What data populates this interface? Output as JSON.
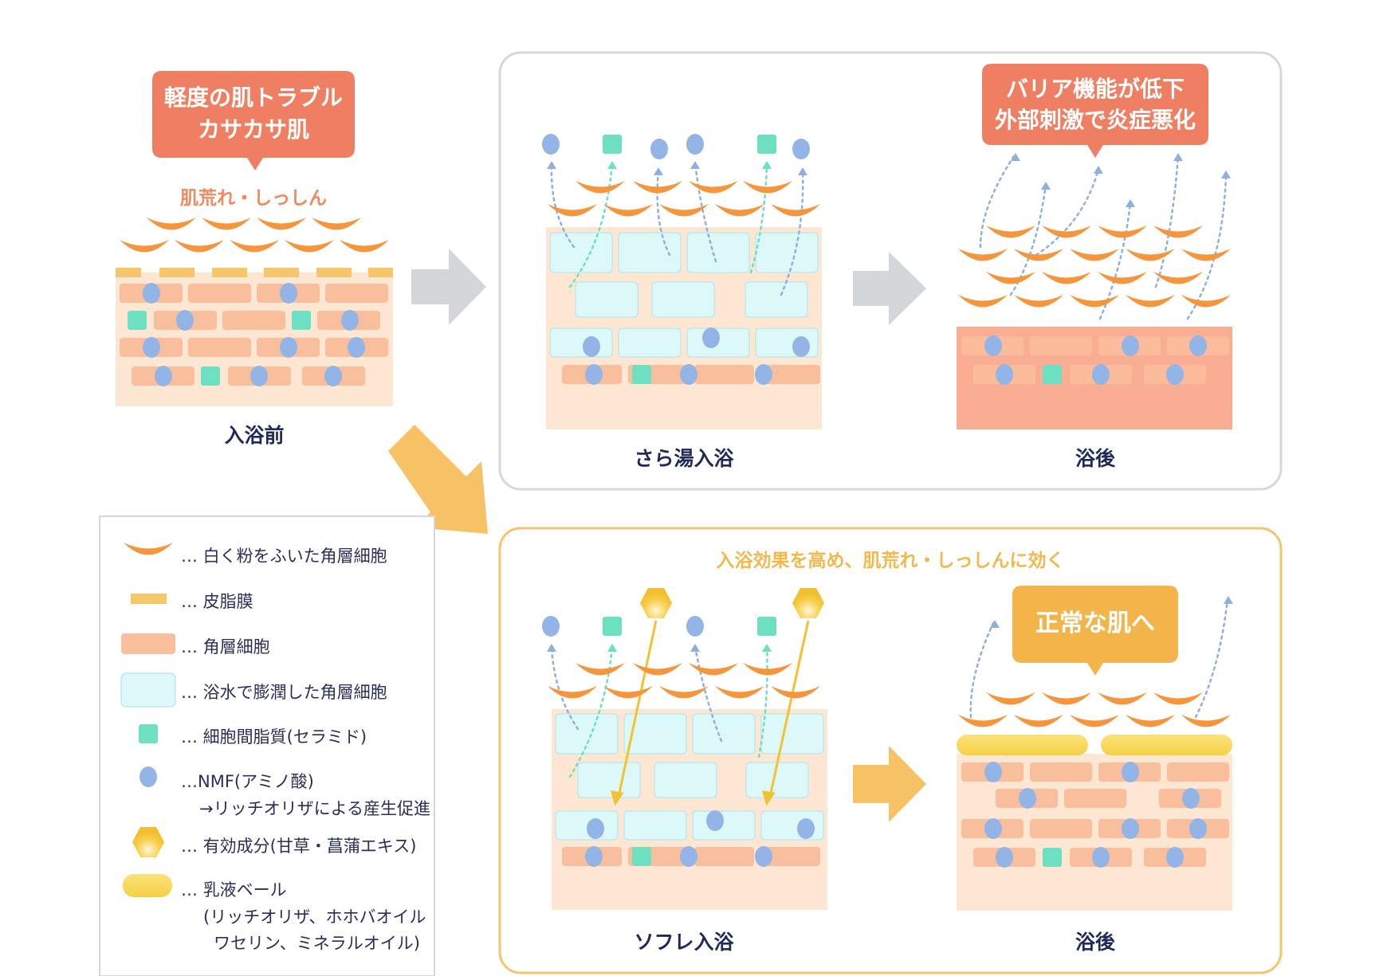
{
  "bubbles": {
    "before": {
      "line1": "軽度の肌トラブル",
      "line2": "カサカサ肌"
    },
    "plain_after": {
      "line1": "バリア機能が低下",
      "line2": "外部刺激で炎症悪化"
    },
    "soufre_after": {
      "line1": "正常な肌へ"
    }
  },
  "captions": {
    "before_symptom": "肌荒れ・しっしん",
    "soufre_effect": "入浴効果を高め、肌荒れ・しっしんに効く"
  },
  "labels": {
    "before": "入浴前",
    "plain_bath": "さら湯入浴",
    "plain_after": "浴後",
    "soufre_bath": "ソフレ入浴",
    "soufre_after": "浴後"
  },
  "legend": {
    "items": [
      {
        "icon": "flaky-corneocyte",
        "text": "… 白く粉をふいた角層細胞"
      },
      {
        "icon": "sebum-film",
        "text": "… 皮脂膜"
      },
      {
        "icon": "corneocyte",
        "text": "… 角層細胞"
      },
      {
        "icon": "swollen-corneocyte",
        "text": "… 浴水で膨潤した角層細胞"
      },
      {
        "icon": "ceramide",
        "text": "… 細胞間脂質(セラミド)"
      },
      {
        "icon": "nmf",
        "text": "…NMF(アミノ酸)",
        "sub": "→リッチオリザによる産生促進"
      },
      {
        "icon": "active-ingredient",
        "text": "… 有効成分(甘草・菖蒲エキス)"
      },
      {
        "icon": "emulsion-veil",
        "text": "… 乳液ベール",
        "sub": "(リッチオリザ、ホホバオイル",
        "sub2": "ワセリン、ミネラルオイル)"
      }
    ]
  },
  "colors": {
    "scale_orange": "#f5963c",
    "sebum": "#f6c66a",
    "cell": "#f9bf9c",
    "skin_bg": "#fde6d2",
    "swollen": "#dcf8f8",
    "ceramide": "#6ee0c2",
    "nmf": "#93b4e6",
    "bubble_red": "#ef7f63",
    "bubble_yellow": "#f3b44a",
    "navy": "#1f2a5c",
    "gray_arrow": "#d3d6d8",
    "yellow_arrow": "#f6c265"
  }
}
